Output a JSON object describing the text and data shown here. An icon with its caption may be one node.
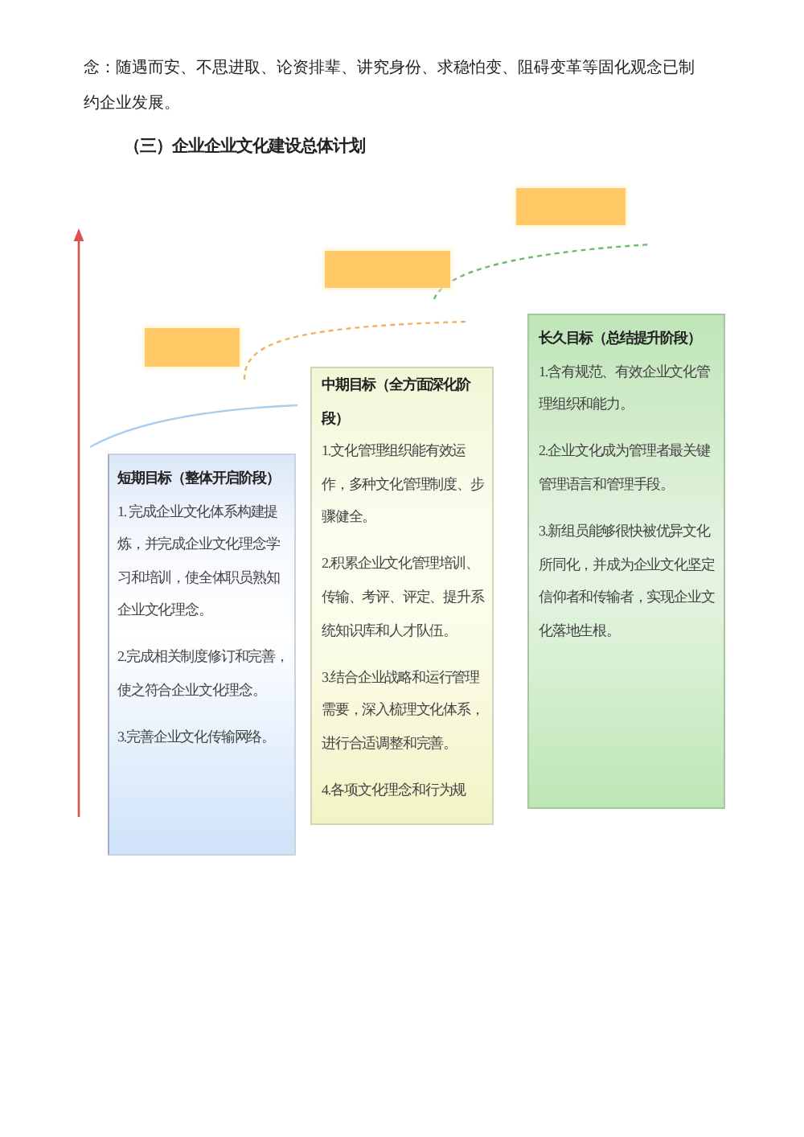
{
  "diagram": {
    "title": "（三）企业企业文化建设总体计划",
    "nodes": [
      {
        "text": [],
        "shape": "box"
      },
      {
        "text": [],
        "shape": "box"
      },
      {
        "text": [],
        "shape": "box"
      },
      {
        "text": [
          "短期目标（整体开启阶段）",
          "1. 完成企业文化体系构建提炼，并完成企业文化理念学习和培训，使全体职员熟知企业文化理念。",
          "2.完成相关制度修订和完善，使之符合企业文化理念。",
          "3.完善企业文化传输网络。"
        ]
      },
      {
        "text": [
          "中期目标（全方面深化阶段）",
          "1.文化管理组织能有效运作，多种文化管理制度、步骤健全。",
          "2.积累企业文化管理培训、传输、考评、评定、提升系统知识库和人才队伍。",
          "3.结合企业战略和运行管理需要，深入梳理文化体系，进行合适调整和完善。",
          "4.各项文化理念和行为规"
        ]
      },
      {
        "text": [
          "长久目标（总结提升阶段）",
          "1.含有规范、有效企业文化管理组织和能力。",
          "2.企业文化成为管理者最关键管理语言和管理手段。",
          "3.新组员能够很快被优异文化所同化，并成为企业文化坚定信仰者和传输者，实现企业文化落地生根。"
        ]
      }
    ],
    "labels": [
      "念：随遇而安、不思进取、论资排辈、讲究身份、求稳怕变、阻碍变革等固化观念已制约企业发展。"
    ]
  }
}
